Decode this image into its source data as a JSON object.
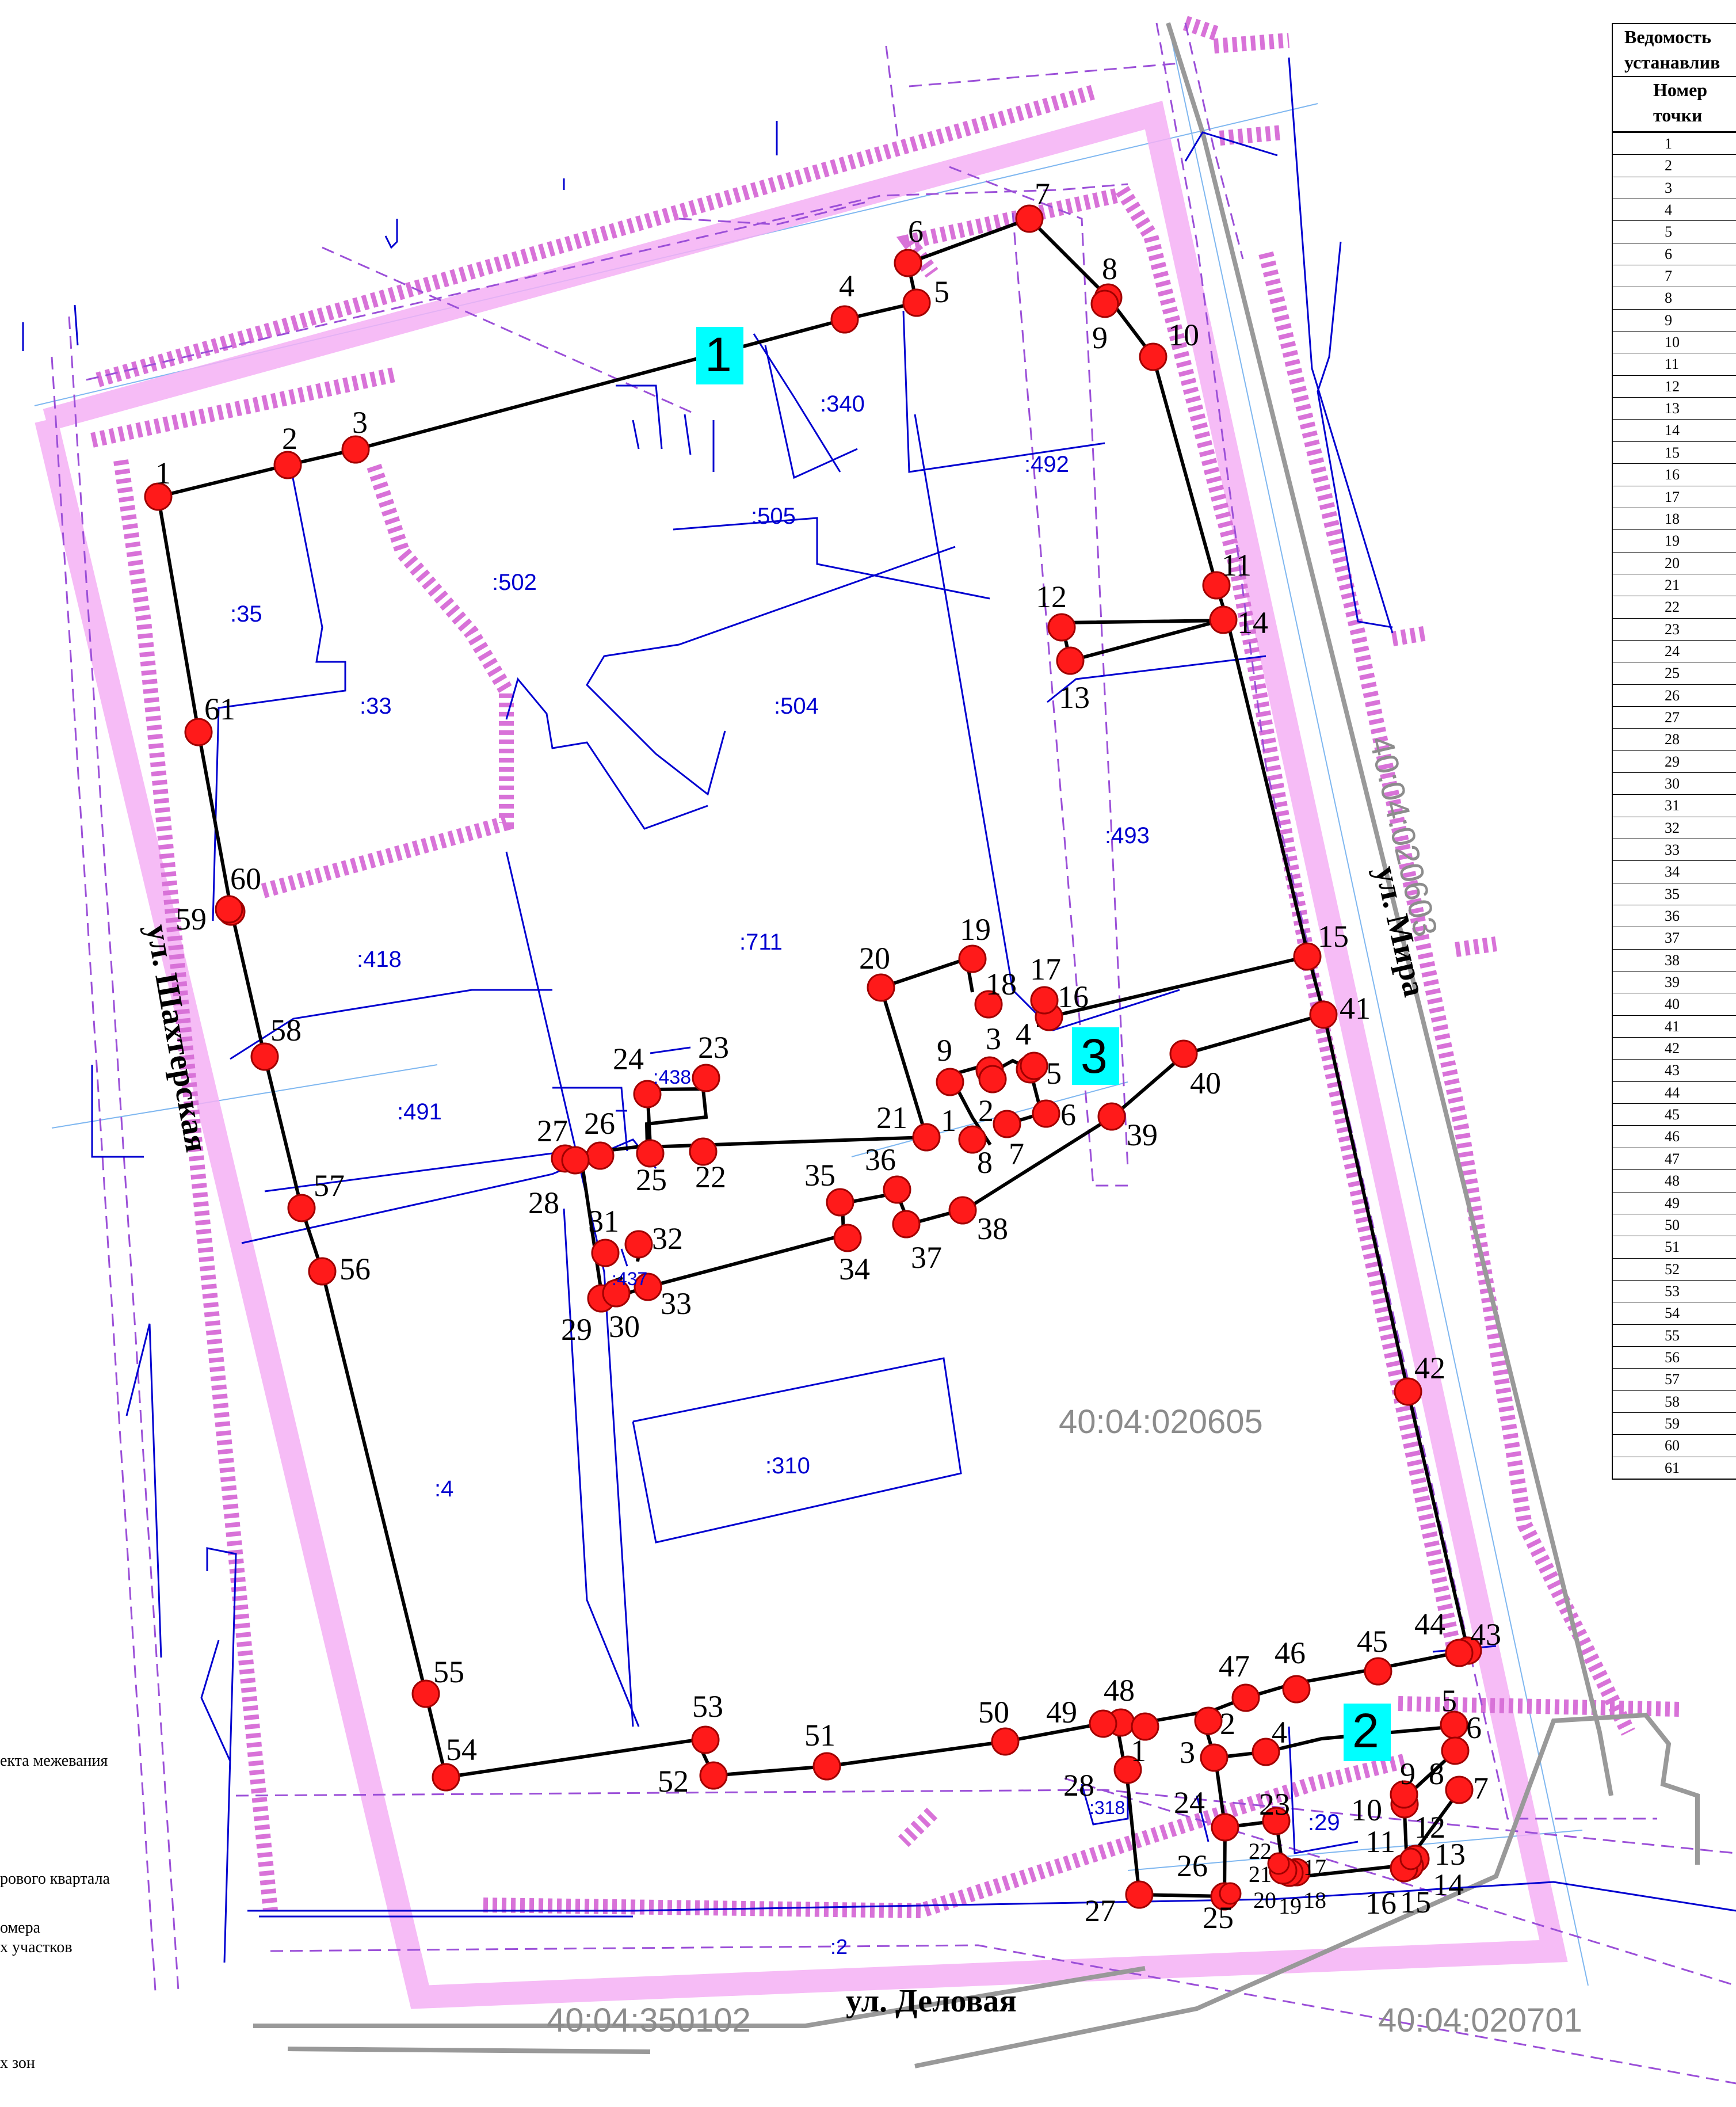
{
  "table": {
    "title_line1": "Ведомость",
    "title_line2": "устанавлив",
    "col_header_line1": "Номер",
    "col_header_line2": "точки",
    "rows": [
      "1",
      "2",
      "3",
      "4",
      "5",
      "6",
      "7",
      "8",
      "9",
      "10",
      "11",
      "12",
      "13",
      "14",
      "15",
      "16",
      "17",
      "18",
      "19",
      "20",
      "21",
      "22",
      "23",
      "24",
      "25",
      "26",
      "27",
      "28",
      "29",
      "30",
      "31",
      "32",
      "33",
      "34",
      "35",
      "36",
      "37",
      "38",
      "39",
      "40",
      "41",
      "42",
      "43",
      "44",
      "45",
      "46",
      "47",
      "48",
      "49",
      "50",
      "51",
      "52",
      "53",
      "54",
      "55",
      "56",
      "57",
      "58",
      "59",
      "60",
      "61"
    ]
  },
  "quarters": {
    "q1": "40:04:020605",
    "q2": "40:04:020603",
    "q3": "40:04:350102",
    "q4": "40:04:020701"
  },
  "streets": {
    "shakhterskaya": "ул. Шахтерская",
    "mira": "ул. Мира",
    "delovaya": "ул. Деловая"
  },
  "plots": [
    ":340",
    ":505",
    ":492",
    ":502",
    ":35",
    ":33",
    ":504",
    ":493",
    ":711",
    ":418",
    ":491",
    ":438",
    ":310",
    ":4",
    ":437",
    ":318",
    ":29",
    ":2"
  ],
  "areas": [
    "1",
    "2",
    "3"
  ],
  "legend": {
    "line1": "екта межевания",
    "line2": "рового квартала",
    "line3": "омера",
    "line4": "х участков",
    "line5": "х зон"
  },
  "colors": {
    "boundary": "#000000",
    "point": "#ff0000",
    "plot_line": "#0000d0",
    "zone_hatch": "#d67ed6",
    "zone_band": "#f4b8f4",
    "quarter_dash": "#9b4fd8",
    "area_label_bg": "#00ffff"
  }
}
